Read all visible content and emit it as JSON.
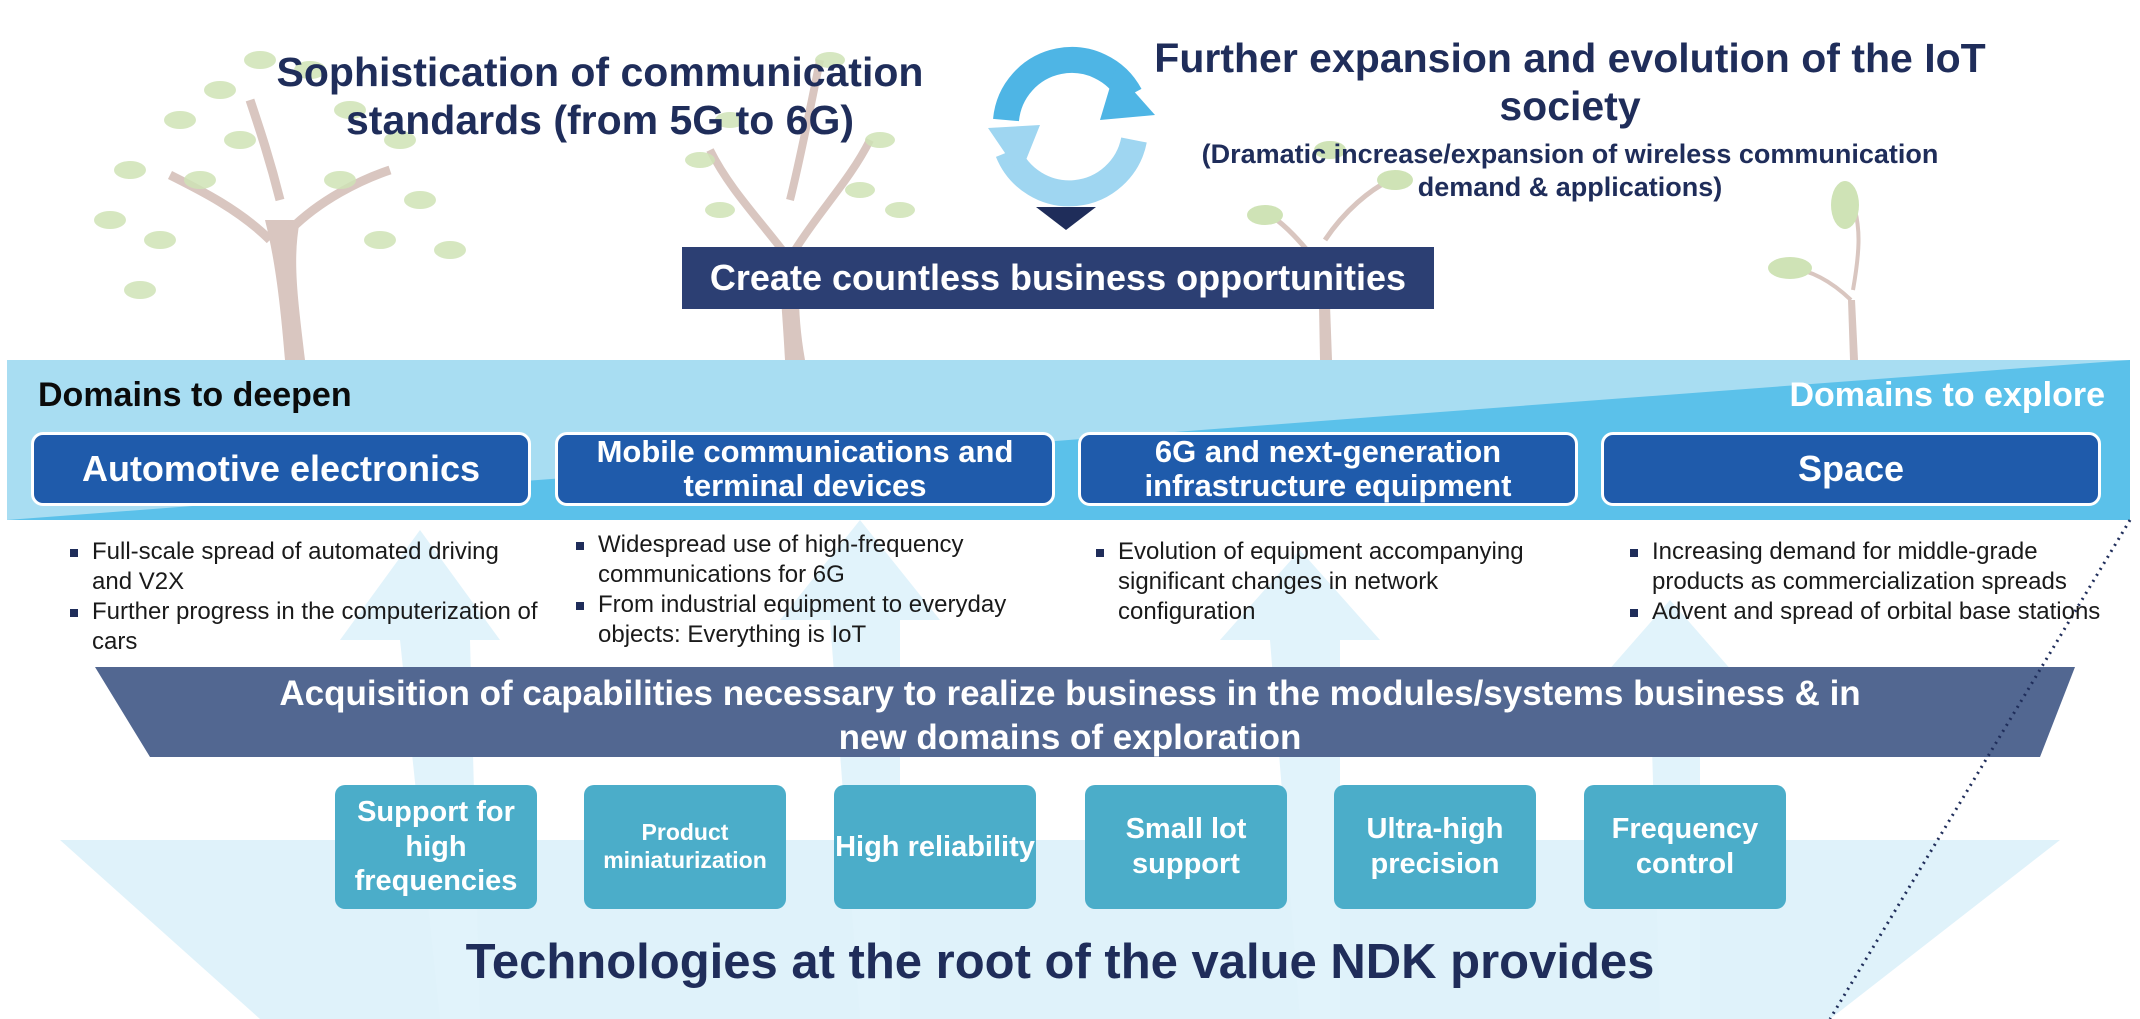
{
  "header": {
    "left_title": "Sophistication of communication standards (from 5G to 6G)",
    "right_title": "Further expansion and evolution of the IoT society",
    "right_subtitle": "(Dramatic increase/expansion of wireless communication demand & applications)",
    "banner": "Create countless business opportunities"
  },
  "domains": {
    "deepen_label": "Domains to deepen",
    "explore_label": "Domains to explore",
    "items": [
      {
        "title": "Automotive electronics",
        "bullets": [
          "Full-scale spread of automated driving and V2X",
          "Further progress in the computerization of cars"
        ]
      },
      {
        "title": "Mobile communications and terminal devices",
        "bullets": [
          "Widespread use of high-frequency communications for 6G",
          "From industrial equipment to everyday objects: Everything is IoT"
        ]
      },
      {
        "title": "6G and next-generation infrastructure equipment",
        "bullets": [
          "Evolution of equipment accompanying significant changes in network configuration"
        ]
      },
      {
        "title": "Space",
        "bullets": [
          "Increasing demand for middle-grade products as commercialization spreads",
          "Advent and spread of orbital base stations"
        ]
      }
    ]
  },
  "acquisition": {
    "text": "Acquisition of capabilities necessary to realize business in the modules/systems business & in new domains of exploration"
  },
  "capabilities": [
    "Support for high frequencies",
    "Product miniaturization",
    "High reliability",
    "Small lot support",
    "Ultra-high precision",
    "Frequency control"
  ],
  "footer": {
    "title": "Technologies at the root of the value NDK provides"
  },
  "colors": {
    "navy": "#2c3f73",
    "domain_blue": "#1f5bab",
    "capability_teal": "#4badc9",
    "band_light": "#a8ddf2",
    "band_strong": "#5bc1ea",
    "text_dark": "#1f2d5a"
  }
}
